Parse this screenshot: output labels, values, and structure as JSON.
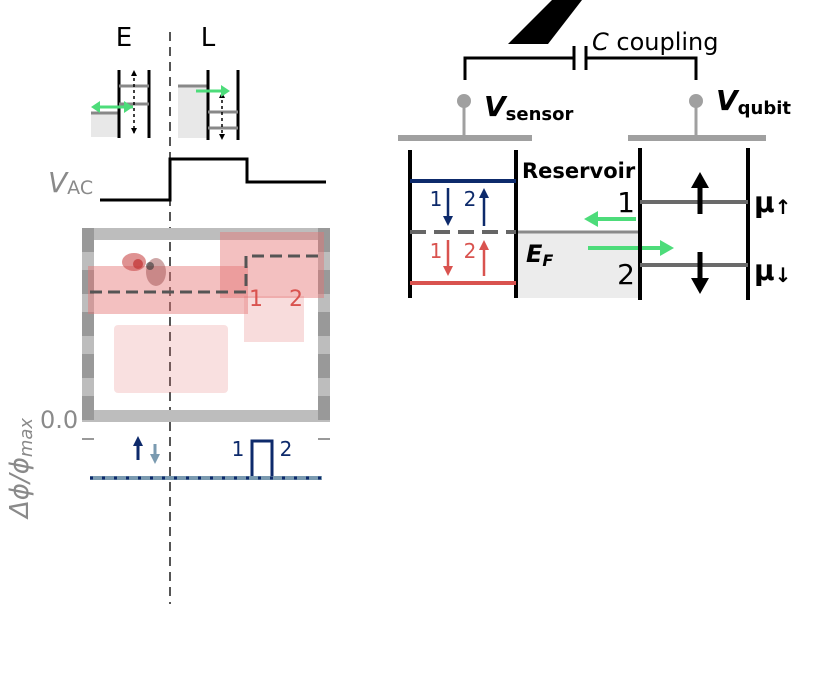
{
  "left_panel": {
    "label_E": "E",
    "label_L": "L",
    "vac_label_main": "V",
    "vac_label_sub": "AC",
    "yaxis_label": "Δϕ/ϕ",
    "yaxis_label_sub": "max",
    "zero_tick": "0.0",
    "red_level_1": "1",
    "red_level_2": "2",
    "blue_level_1": "1",
    "blue_level_2": "2"
  },
  "right_panel": {
    "coupling_italic": "C",
    "coupling_text": " coupling",
    "vsensor_main": "V",
    "vsensor_sub": "sensor",
    "vqubit_main": "V",
    "vqubit_sub": "qubit",
    "reservoir": "Reservoir",
    "ef_main": "E",
    "ef_sub": "F",
    "sensor_blue_1": "1",
    "sensor_blue_2": "2",
    "sensor_red_1": "1",
    "sensor_red_2": "2",
    "qubit_level_1": "1",
    "qubit_level_2": "2",
    "mu_up_main": "μ",
    "mu_up_arrow": "↑",
    "mu_down_main": "μ",
    "mu_down_arrow": "↓"
  },
  "colors": {
    "navy": "#0d2a6b",
    "red": "#d9534f",
    "green": "#4ddc7a",
    "gray": "#9a9a9a",
    "dark_gray": "#555555"
  }
}
